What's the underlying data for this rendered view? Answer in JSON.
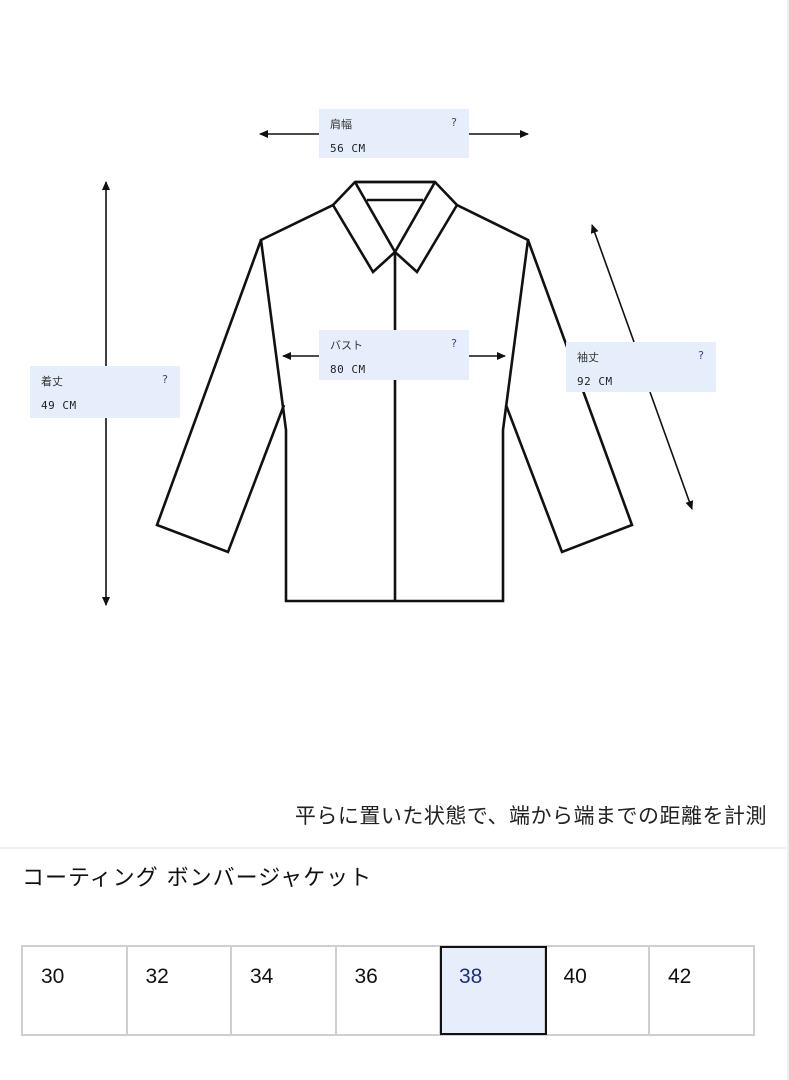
{
  "measurements": [
    {
      "id": "shoulder",
      "label": "肩幅",
      "help": "?",
      "value": "56 CM"
    },
    {
      "id": "length",
      "label": "着丈",
      "help": "?",
      "value": "49 CM"
    },
    {
      "id": "bust",
      "label": "バスト",
      "help": "?",
      "value": "80 CM"
    },
    {
      "id": "sleeve",
      "label": "袖丈",
      "help": "?",
      "value": "92 CM"
    }
  ],
  "note": "平らに置いた状態で、端から端までの距離を計測",
  "product": {
    "title": "コーティング ボンバージャケット"
  },
  "sizes": {
    "options": [
      "30",
      "32",
      "34",
      "36",
      "38",
      "40",
      "42"
    ],
    "selected": "38"
  },
  "colors": {
    "label_bg": "#e7eefb",
    "selected_bg": "#e7eefb",
    "selected_text": "#1f2f86",
    "border": "#cfcfcf"
  }
}
